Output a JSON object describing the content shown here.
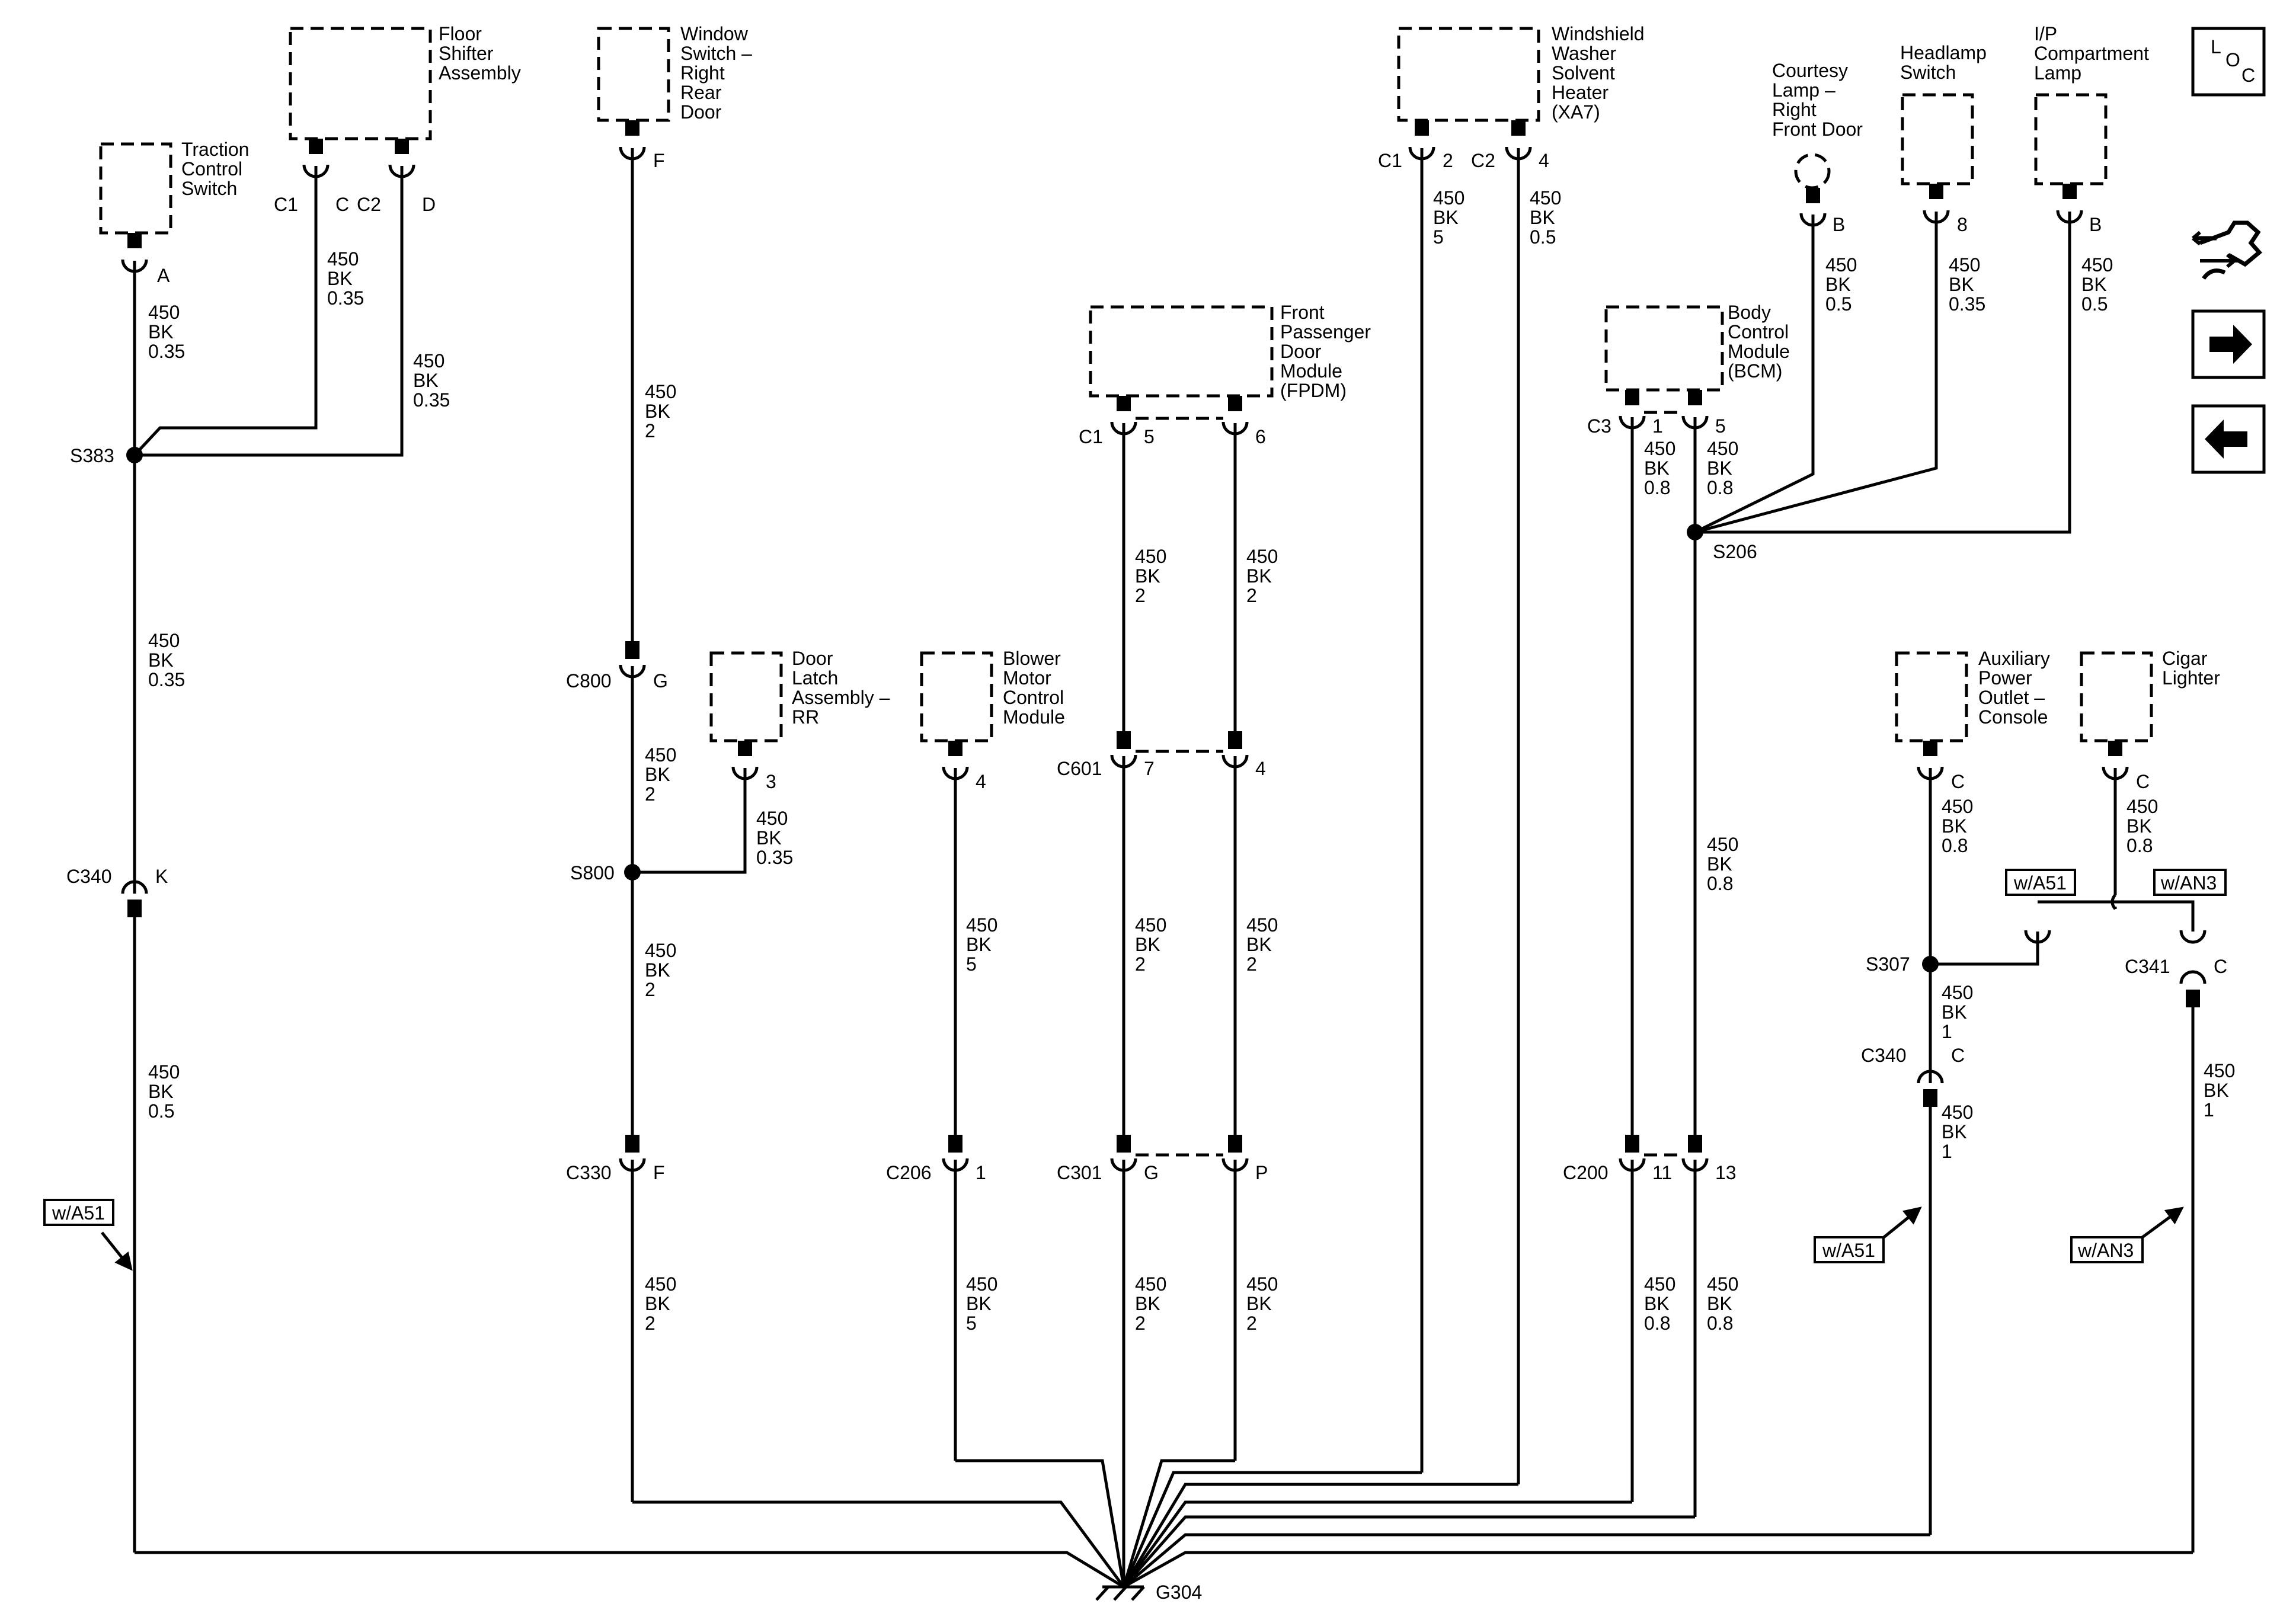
{
  "components": {
    "traction_control": [
      "Traction",
      "Control",
      "Switch"
    ],
    "floor_shifter": [
      "Floor",
      "Shifter",
      "Assembly"
    ],
    "window_switch": [
      "Window",
      "Switch –",
      "Right",
      "Rear",
      "Door"
    ],
    "windshield_washer": [
      "Windshield",
      "Washer",
      "Solvent",
      "Heater",
      "(XA7)"
    ],
    "courtesy_lamp": [
      "Courtesy",
      "Lamp –",
      "Right",
      "Front Door"
    ],
    "headlamp_switch": [
      "Headlamp",
      "Switch"
    ],
    "ip_compartment": [
      "I/P",
      "Compartment",
      "Lamp"
    ],
    "fpdm": [
      "Front",
      "Passenger",
      "Door",
      "Module",
      "(FPDM)"
    ],
    "bcm": [
      "Body",
      "Control",
      "Module",
      "(BCM)"
    ],
    "door_latch": [
      "Door",
      "Latch",
      "Assembly –",
      "RR"
    ],
    "blower_motor": [
      "Blower",
      "Motor",
      "Control",
      "Module"
    ],
    "aux_power": [
      "Auxiliary",
      "Power",
      "Outlet –",
      "Console"
    ],
    "cigar_lighter": [
      "Cigar",
      "Lighter"
    ]
  },
  "wires": {
    "w_traction_a": [
      "450",
      "BK",
      "0.35"
    ],
    "w_shifter_c": [
      "450",
      "BK",
      "0.35"
    ],
    "w_shifter_d": [
      "450",
      "BK",
      "0.35"
    ],
    "w_s383_c340": [
      "450",
      "BK",
      "0.35"
    ],
    "w_c340_ground": [
      "450",
      "BK",
      "0.5"
    ],
    "w_window_f": [
      "450",
      "BK",
      "2"
    ],
    "w_c800_s800": [
      "450",
      "BK",
      "2"
    ],
    "w_latch_3": [
      "450",
      "BK",
      "0.35"
    ],
    "w_s800_c330": [
      "450",
      "BK",
      "2"
    ],
    "w_c330_ground": [
      "450",
      "BK",
      "2"
    ],
    "w_blower_4": [
      "450",
      "BK",
      "5"
    ],
    "w_c206_ground": [
      "450",
      "BK",
      "5"
    ],
    "w_fpdm_5": [
      "450",
      "BK",
      "2"
    ],
    "w_fpdm_6": [
      "450",
      "BK",
      "2"
    ],
    "w_c601_7": [
      "450",
      "BK",
      "2"
    ],
    "w_c601_4": [
      "450",
      "BK",
      "2"
    ],
    "w_c301_g": [
      "450",
      "BK",
      "2"
    ],
    "w_c301_p": [
      "450",
      "BK",
      "2"
    ],
    "w_washer_2": [
      "450",
      "BK",
      "5"
    ],
    "w_washer_4": [
      "450",
      "BK",
      "0.5"
    ],
    "w_bcm_1": [
      "450",
      "BK",
      "0.8"
    ],
    "w_bcm_5": [
      "450",
      "BK",
      "0.8"
    ],
    "w_courtesy_b": [
      "450",
      "BK",
      "0.5"
    ],
    "w_headlamp_8": [
      "450",
      "BK",
      "0.35"
    ],
    "w_ip_b": [
      "450",
      "BK",
      "0.5"
    ],
    "w_s206_c200": [
      "450",
      "BK",
      "0.8"
    ],
    "w_c200_11": [
      "450",
      "BK",
      "0.8"
    ],
    "w_c200_13": [
      "450",
      "BK",
      "0.8"
    ],
    "w_aux_c": [
      "450",
      "BK",
      "0.8"
    ],
    "w_cigar_c": [
      "450",
      "BK",
      "0.8"
    ],
    "w_s307_c340": [
      "450",
      "BK",
      "1"
    ],
    "w_c340_aux": [
      "450",
      "BK",
      "1"
    ],
    "w_c341": [
      "450",
      "BK",
      "1"
    ]
  },
  "connectors": {
    "c1_shifter": "C1",
    "c2_shifter": "C2",
    "c1_washer": "C1",
    "c2_washer": "C2",
    "c1_fpdm": "C1",
    "c3_bcm": "C3",
    "c340_left": "C340",
    "c800": "C800",
    "c330": "C330",
    "c206": "C206",
    "c601": "C601",
    "c301": "C301",
    "c200": "C200",
    "c340_right": "C340",
    "c341": "C341"
  },
  "pins": {
    "traction_a": "A",
    "shifter_c": "C",
    "shifter_d": "D",
    "window_f": "F",
    "washer_2": "2",
    "washer_4": "4",
    "courtesy_b": "B",
    "headlamp_8": "8",
    "ip_b": "B",
    "fpdm_5": "5",
    "fpdm_6": "6",
    "bcm_1": "1",
    "bcm_5": "5",
    "c340_k": "K",
    "c800_g": "G",
    "latch_3": "3",
    "blower_4": "4",
    "c601_7": "7",
    "c601_4": "4",
    "aux_c": "C",
    "cigar_c": "C",
    "c341_c": "C",
    "c340_c": "C",
    "c330_f": "F",
    "c206_1": "1",
    "c301_g": "G",
    "c301_p": "P",
    "c200_11": "11",
    "c200_13": "13"
  },
  "splices": {
    "s383": "S383",
    "s800": "S800",
    "s206": "S206",
    "s307": "S307"
  },
  "ground": "G304",
  "options": {
    "wa51_top": "w/A51",
    "wan3_top": "w/AN3",
    "wa51_left": "w/A51",
    "wa51_bottom": "w/A51",
    "wan3_bottom": "w/AN3"
  },
  "loc_icon": [
    "L",
    "O",
    "C"
  ]
}
